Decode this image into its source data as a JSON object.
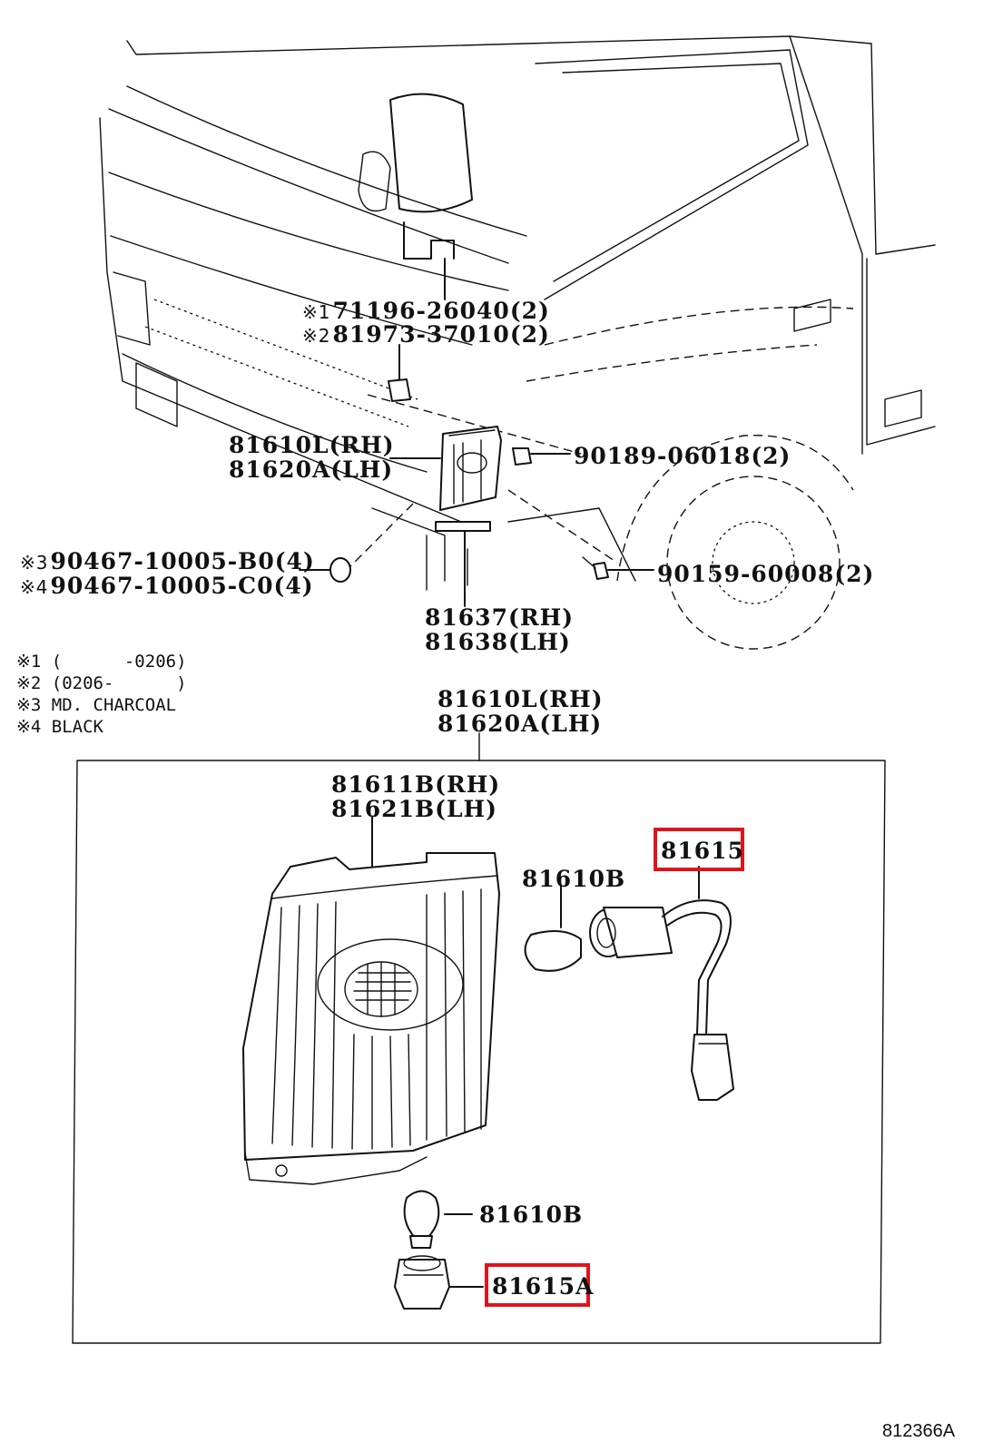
{
  "callouts": {
    "upper": {
      "c1": {
        "mark": "※1",
        "part": "71196-26040",
        "qty": "(2)"
      },
      "c2": {
        "mark": "※2",
        "part": "81973-37010",
        "qty": "(2)"
      },
      "lamp_rh": {
        "part": "81610L",
        "side": "(RH)"
      },
      "lamp_lh": {
        "part": "81620A",
        "side": "(LH)"
      },
      "clip": {
        "part": "90189-06018",
        "qty": "(2)"
      },
      "c3": {
        "mark": "※3",
        "part": "90467-10005-B0",
        "qty": "(4)"
      },
      "c4": {
        "mark": "※4",
        "part": "90467-10005-C0",
        "qty": "(4)"
      },
      "screw": {
        "part": "90159-60008",
        "qty": "(2)"
      },
      "gasket_rh": {
        "part": "81637",
        "side": "(RH)"
      },
      "gasket_lh": {
        "part": "81638",
        "side": "(LH)"
      }
    },
    "assembly_rh": {
      "part": "81610L",
      "side": "(RH)"
    },
    "assembly_lh": {
      "part": "81620A",
      "side": "(LH)"
    },
    "lens_rh": {
      "part": "81611B",
      "side": "(RH)"
    },
    "lens_lh": {
      "part": "81621B",
      "side": "(LH)"
    },
    "socket_wire": {
      "part": "81615"
    },
    "bulb_top": {
      "part": "81610B"
    },
    "bulb_bottom": {
      "part": "81610B"
    },
    "socket_bottom": {
      "part": "81615A"
    }
  },
  "notes": [
    {
      "mark": "※1",
      "text": " (      -0206)"
    },
    {
      "mark": "※2",
      "text": " (0206-      )"
    },
    {
      "mark": "※3",
      "text": " MD. CHARCOAL"
    },
    {
      "mark": "※4",
      "text": " BLACK"
    }
  ],
  "figure_id": "812366A",
  "highlight_color": "#e0141c"
}
